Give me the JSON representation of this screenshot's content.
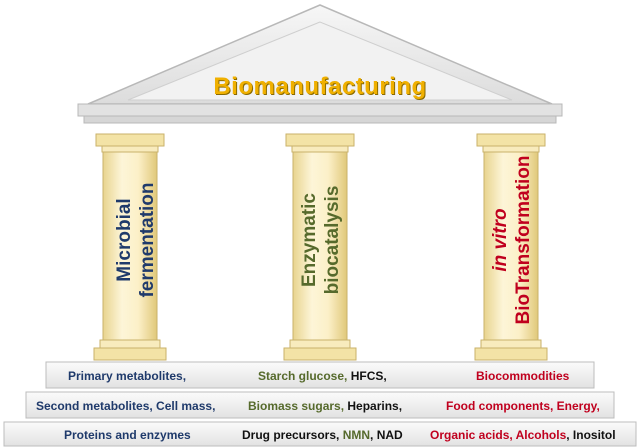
{
  "title": "Biomanufacturing",
  "pillars": {
    "left": {
      "line1": "Microbial",
      "line2": "fermentation"
    },
    "middle": {
      "line1": "Enzymatic",
      "line2": "biocatalysis"
    },
    "right": {
      "line1": "in vitro",
      "line2": "BioTransformation"
    }
  },
  "steps": {
    "row1": {
      "left": "Primary metabolites,",
      "mid_a": "Starch glucose, ",
      "mid_b": "HFCS,",
      "right": "Biocommodities"
    },
    "row2": {
      "left": "Second metabolites, Cell mass,",
      "mid_a": "Biomass sugars, ",
      "mid_b": "Heparins,",
      "right": "Food components, Energy,"
    },
    "row3": {
      "left": "Proteins and enzymes",
      "mid_a": "Drug precursors, ",
      "mid_b": "NMN",
      "mid_c": ", NAD",
      "right_a": "Organic acids, ",
      "right_b": "Alcohols",
      "right_c": ", Inositol"
    }
  },
  "colors": {
    "title": "#f0b000",
    "microbial": "#1f3a6b",
    "enzymatic": "#566a2c",
    "biotransformation": "#c0001e",
    "pillar": "#fbefc2",
    "roof": "#ececec"
  }
}
